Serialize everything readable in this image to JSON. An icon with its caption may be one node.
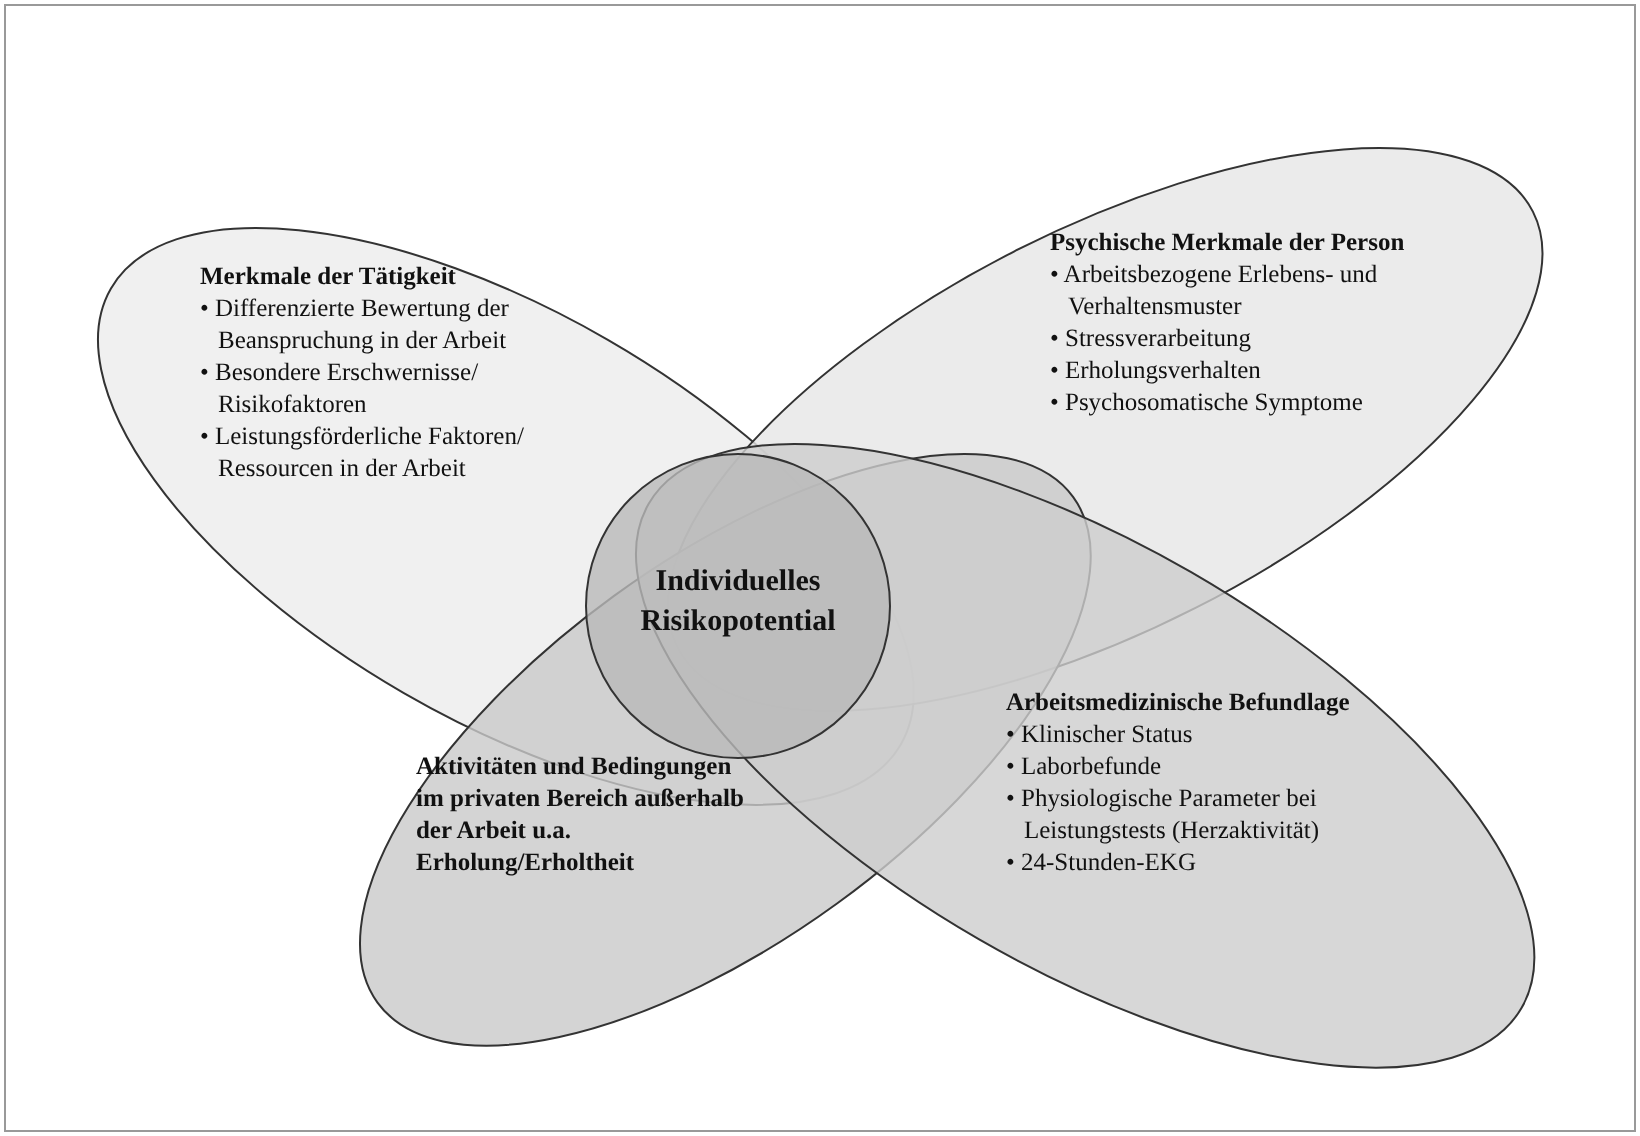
{
  "diagram": {
    "nodes": [
      {
        "text": [
          "Merkmale der Tätigkeit",
          "• Differenzierte Bewertung der Beanspruchung in der Arbeit",
          "• Besondere Erschwernisse/ Risikofaktoren",
          "• Leistungsförderliche Faktoren/ Ressourcen in der Arbeit"
        ]
      },
      {
        "text": [
          "Psychische Merkmale der Person",
          "• Arbeitsbezogene Erlebens- und Verhaltensmuster",
          "• Stressverarbeitung",
          "• Erholungsverhalten",
          "• Psychosomatische Symptome"
        ]
      },
      {
        "text": [
          "Aktivitäten und Bedingungen im privaten Bereich außerhalb der Arbeit u.a. Erholung/Erholtheit"
        ]
      },
      {
        "text": [
          "Arbeitsmedizinische Befundlage",
          "• Klinischer Status",
          "• Laborbefunde",
          "• Physiologische Parameter bei Leistungstests (Herzaktivität)",
          "• 24-Stunden-EKG"
        ]
      },
      {
        "text": [
          "Individuelles Risikopotential"
        ]
      }
    ],
    "edges": []
  }
}
